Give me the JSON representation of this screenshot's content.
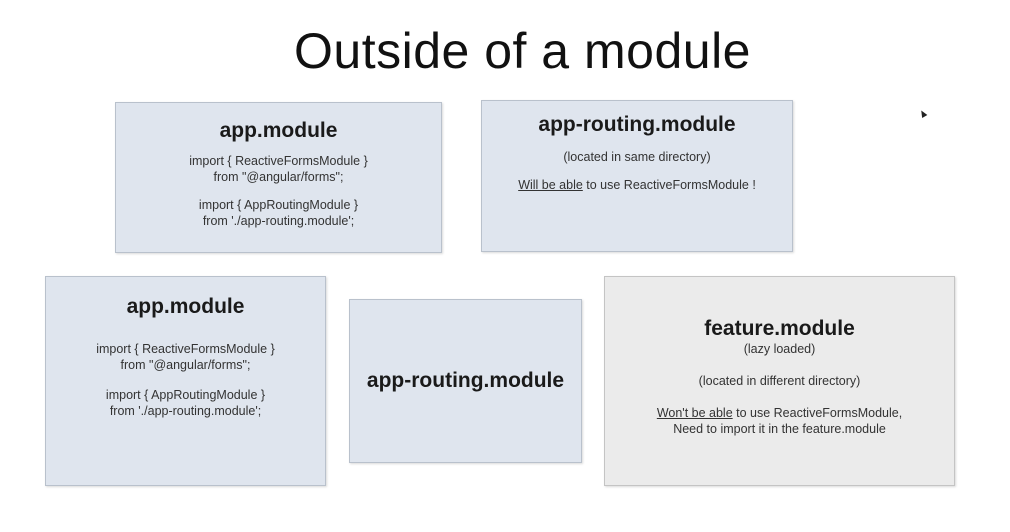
{
  "slide": {
    "title": "Outside of a module"
  },
  "boxes": {
    "app_module_top": {
      "heading": "app.module",
      "import1_line1": "import { ReactiveFormsModule }",
      "import1_line2": "from \"@angular/forms\";",
      "import2_line1": "import { AppRoutingModule }",
      "import2_line2": "from './app-routing.module';"
    },
    "app_routing_top": {
      "heading": "app-routing.module",
      "note": "(located in same directory)",
      "able_underlined": "Will be able",
      "able_rest": " to use ReactiveFormsModule !"
    },
    "app_module_bottom": {
      "heading": "app.module",
      "import1_line1": "import { ReactiveFormsModule }",
      "import1_line2": "from \"@angular/forms\";",
      "import2_line1": "import { AppRoutingModule }",
      "import2_line2": "from './app-routing.module';"
    },
    "app_routing_bottom": {
      "heading": "app-routing.module"
    },
    "feature_module": {
      "heading": "feature.module",
      "subheading": "(lazy loaded)",
      "note": "(located in different directory)",
      "unable_underlined": "Won't be able",
      "unable_rest": " to use ReactiveFormsModule,",
      "need_import": "Need to import it in the feature.module"
    }
  },
  "colors": {
    "module_box_fill": "#dfe5ee",
    "feature_box_fill": "#ebebeb"
  }
}
